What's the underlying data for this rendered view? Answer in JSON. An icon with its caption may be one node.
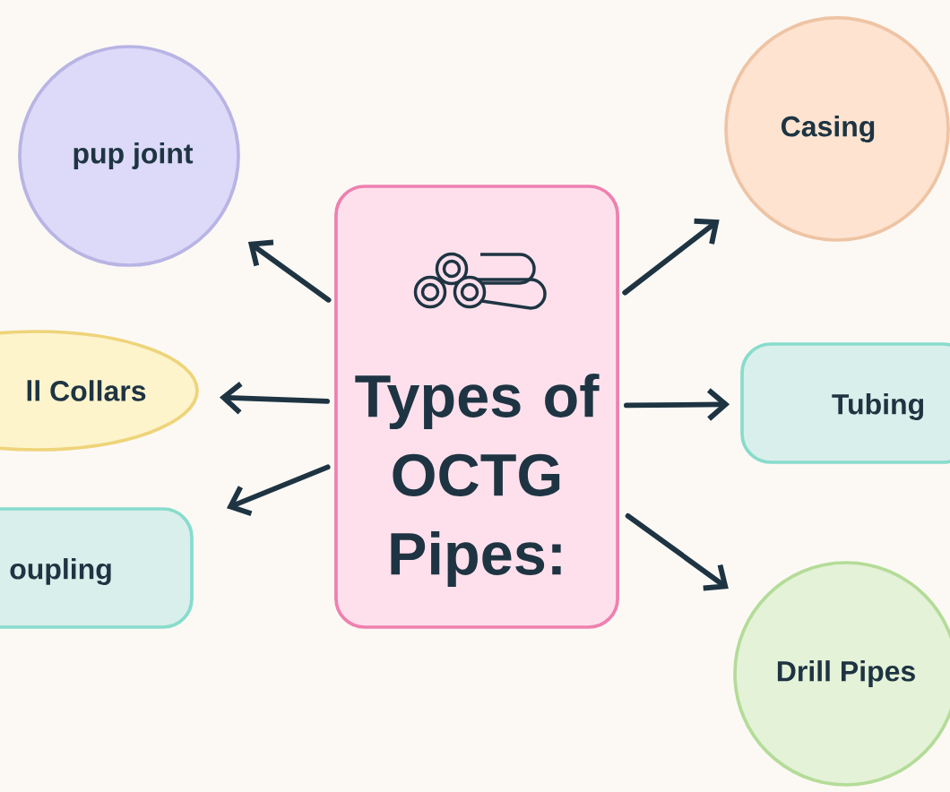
{
  "diagram": {
    "nodes": [
      {
        "text": [
          "Types of OCTG Pipes:"
        ]
      },
      {
        "text": [
          "pup joint"
        ]
      },
      {
        "text": [
          "Casing"
        ]
      },
      {
        "text": [
          "ll Collars"
        ]
      },
      {
        "text": [
          "Tubing"
        ]
      },
      {
        "text": [
          "oupling"
        ]
      },
      {
        "text": [
          "Drill Pipes"
        ]
      }
    ],
    "edges": [
      {
        "from": 0,
        "to": 1,
        "arrow": "to"
      },
      {
        "from": 0,
        "to": 2,
        "arrow": "to"
      },
      {
        "from": 0,
        "to": 3,
        "arrow": "to"
      },
      {
        "from": 0,
        "to": 4,
        "arrow": "to"
      },
      {
        "from": 0,
        "to": 5,
        "arrow": "to"
      },
      {
        "from": 0,
        "to": 6,
        "arrow": "to"
      }
    ]
  }
}
